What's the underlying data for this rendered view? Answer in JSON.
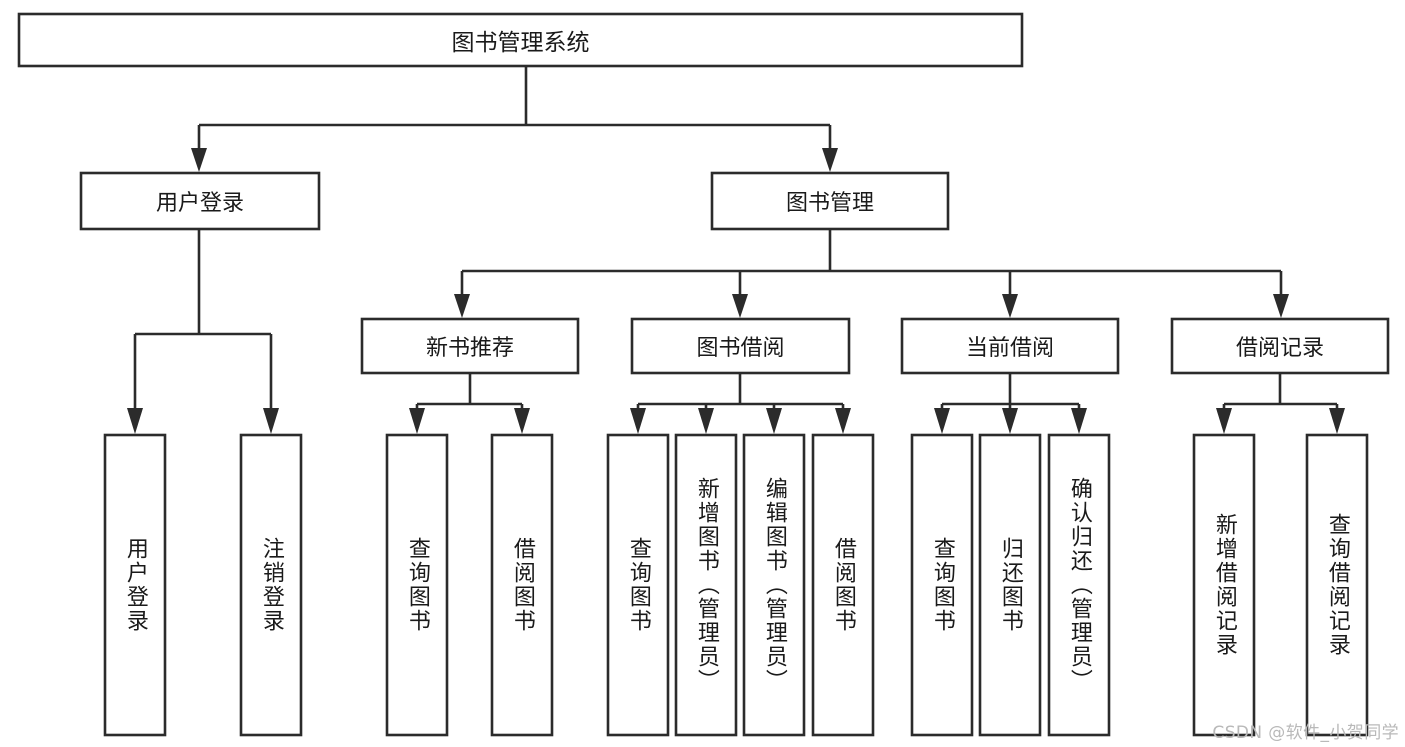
{
  "diagram": {
    "title": "图书管理系统",
    "type": "tree-hierarchy-flowchart",
    "colors": {
      "box_stroke": "#2b2b2b",
      "box_fill": "#ffffff",
      "connector": "#2b2b2b",
      "text": "#1a1a1a",
      "background": "#ffffff",
      "watermark": "#b9b9b9"
    },
    "levels": {
      "root": {
        "label": "图书管理系统"
      },
      "level2": [
        {
          "label": "用户登录"
        },
        {
          "label": "图书管理"
        }
      ],
      "level3": [
        {
          "label": "新书推荐"
        },
        {
          "label": "图书借阅"
        },
        {
          "label": "当前借阅"
        },
        {
          "label": "借阅记录"
        }
      ],
      "leaves_user_login": [
        {
          "label": "用户登录"
        },
        {
          "label": "注销登录"
        }
      ],
      "leaves_new_book": [
        {
          "label": "查询图书"
        },
        {
          "label": "借阅图书"
        }
      ],
      "leaves_borrow": [
        {
          "label": "查询图书"
        },
        {
          "label": "新增图书（管理员）"
        },
        {
          "label": "编辑图书（管理员）"
        },
        {
          "label": "借阅图书"
        }
      ],
      "leaves_current": [
        {
          "label": "查询图书"
        },
        {
          "label": "归还图书"
        },
        {
          "label": "确认归还（管理员）"
        }
      ],
      "leaves_record": [
        {
          "label": "新增借阅记录"
        },
        {
          "label": "查询借阅记录"
        }
      ]
    }
  },
  "watermark": {
    "text": "CSDN @软件_小贺同学"
  }
}
